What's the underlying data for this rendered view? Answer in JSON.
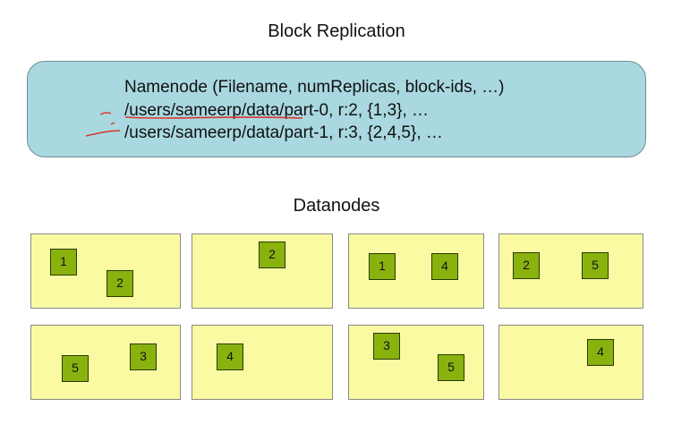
{
  "title": "Block Replication",
  "namenode": {
    "lines": [
      "Namenode (Filename, numReplicas, block-ids, …)",
      "/users/sameerp/data/part-0, r:2, {1,3}, …",
      "/users/sameerp/data/part-1, r:3, {2,4,5}, …"
    ]
  },
  "datanodes_label": "Datanodes",
  "datanodes": [
    {
      "blocks": [
        "1",
        "2"
      ]
    },
    {
      "blocks": [
        "2"
      ]
    },
    {
      "blocks": [
        "1",
        "4"
      ]
    },
    {
      "blocks": [
        "2",
        "5"
      ]
    },
    {
      "blocks": [
        "5",
        "3"
      ]
    },
    {
      "blocks": [
        "4"
      ]
    },
    {
      "blocks": [
        "3",
        "5"
      ]
    },
    {
      "blocks": [
        "4"
      ]
    }
  ],
  "colors": {
    "namenode_fill": "#a9d8e0",
    "datanode_fill": "#fafaa2",
    "block_fill": "#8ab20e",
    "annotation": "#d9372c"
  }
}
